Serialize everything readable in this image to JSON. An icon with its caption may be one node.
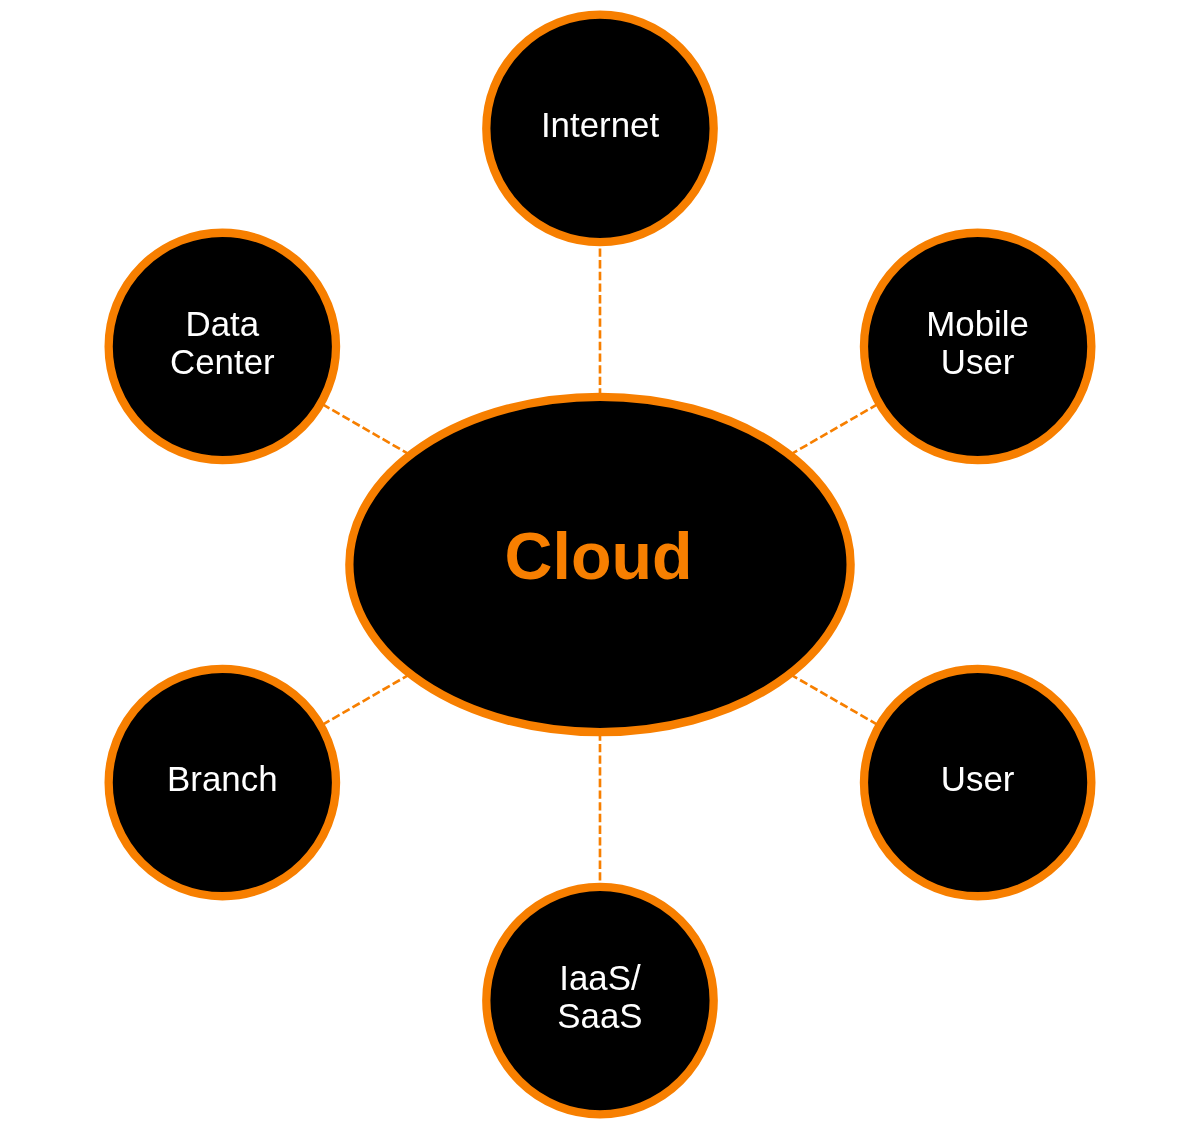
{
  "diagram": {
    "nodes": [
      {
        "text": [
          "Internet"
        ]
      },
      {
        "text": [
          "Data Center"
        ]
      },
      {
        "text": [
          "Mobile User"
        ]
      },
      {
        "text": [
          "Cloud"
        ]
      },
      {
        "text": [
          "Branch"
        ]
      },
      {
        "text": [
          "User"
        ]
      },
      {
        "text": [
          "IaaS/ SaaS"
        ]
      }
    ],
    "edges": [
      {
        "from": 3,
        "to": 0,
        "arrow": "none",
        "style": "dashed"
      },
      {
        "from": 3,
        "to": 2,
        "arrow": "none",
        "style": "dashed"
      },
      {
        "from": 3,
        "to": 5,
        "arrow": "none",
        "style": "dashed"
      },
      {
        "from": 3,
        "to": 6,
        "arrow": "none",
        "style": "dashed"
      },
      {
        "from": 3,
        "to": 4,
        "arrow": "none",
        "style": "dashed"
      },
      {
        "from": 3,
        "to": 1,
        "arrow": "none",
        "style": "dashed"
      }
    ]
  }
}
